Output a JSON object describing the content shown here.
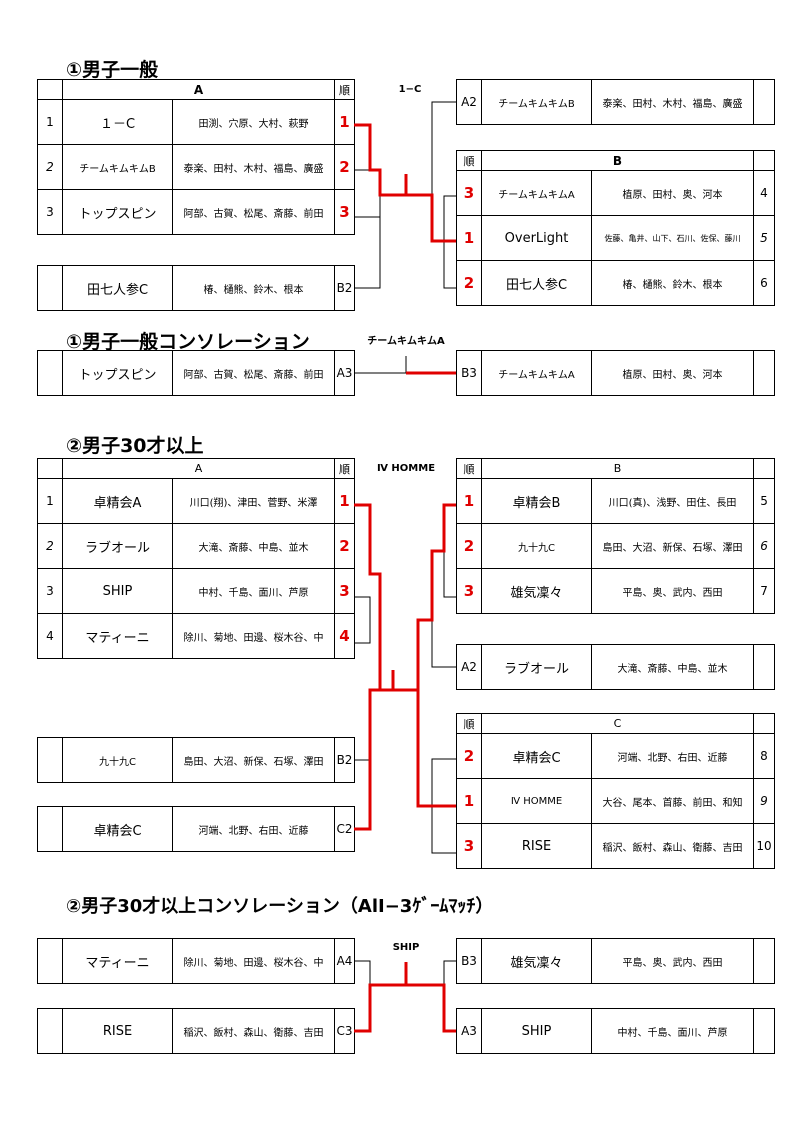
{
  "s1": {
    "title": "①男子一般",
    "winner": "1−C",
    "A": {
      "header": "A",
      "rank_header": "順",
      "rows": [
        {
          "no": "1",
          "team": "１－C",
          "members": "田渕、穴原、大村、萩野",
          "rank": "1"
        },
        {
          "no": "2",
          "team": "チームキムキムB",
          "members": "泰楽、田村、木村、福島、廣盛",
          "rank": "2"
        },
        {
          "no": "3",
          "team": "トップスピン",
          "members": "阿部、古賀、松尾、斎藤、前田",
          "rank": "3"
        }
      ]
    },
    "A2": {
      "team": "チームキムキムB",
      "members": "泰楽、田村、木村、福島、廣盛",
      "code": "A2"
    },
    "B": {
      "header": "B",
      "rank_header": "順",
      "rows": [
        {
          "rank": "3",
          "team": "チームキムキムA",
          "members": "植原、田村、奥、河本",
          "no": "4"
        },
        {
          "rank": "1",
          "team": "OverLight",
          "members": "佐藤、亀井、山下、石川、佐保、藤川",
          "no": "5"
        },
        {
          "rank": "2",
          "team": "田七人参C",
          "members": "椿、樋熊、鈴木、根本",
          "no": "6"
        }
      ]
    },
    "B2": {
      "team": "田七人参C",
      "members": "椿、樋熊、鈴木、根本",
      "code": "B2"
    }
  },
  "s1c": {
    "title": "①男子一般コンソレーション",
    "winner": "チームキムキムA",
    "left": {
      "team": "トップスピン",
      "members": "阿部、古賀、松尾、斎藤、前田",
      "code": "A3"
    },
    "right": {
      "code": "B3",
      "team": "チームキムキムA",
      "members": "植原、田村、奥、河本"
    }
  },
  "s2": {
    "title": "②男子30才以上",
    "winner": "Ⅳ HOMME",
    "A": {
      "header": "A",
      "rank_header": "順",
      "rows": [
        {
          "no": "1",
          "team": "卓精会A",
          "members": "川口(翔)、津田、菅野、米澤",
          "rank": "1"
        },
        {
          "no": "2",
          "team": "ラブオール",
          "members": "大滝、斎藤、中島、並木",
          "rank": "2"
        },
        {
          "no": "3",
          "team": "SHIP",
          "members": "中村、千島、面川、芦原",
          "rank": "3"
        },
        {
          "no": "4",
          "team": "マティーニ",
          "members": "除川、菊地、田邊、桜木谷、中",
          "rank": "4"
        }
      ]
    },
    "B": {
      "header": "B",
      "rank_header": "順",
      "rows": [
        {
          "rank": "1",
          "team": "卓精会B",
          "members": "川口(真)、浅野、田住、長田",
          "no": "5"
        },
        {
          "rank": "2",
          "team": "九十九C",
          "members": "島田、大沼、新保、石塚、澤田",
          "no": "6"
        },
        {
          "rank": "3",
          "team": "雄気凜々",
          "members": "平島、奥、武内、西田",
          "no": "7"
        }
      ]
    },
    "A2": {
      "code": "A2",
      "team": "ラブオール",
      "members": "大滝、斎藤、中島、並木"
    },
    "C": {
      "header": "C",
      "rank_header": "順",
      "rows": [
        {
          "rank": "2",
          "team": "卓精会C",
          "members": "河端、北野、右田、近藤",
          "no": "8"
        },
        {
          "rank": "1",
          "team": "Ⅳ HOMME",
          "members": "大谷、尾本、首藤、前田、和知",
          "no": "9"
        },
        {
          "rank": "3",
          "team": "RISE",
          "members": "稲沢、飯村、森山、衛藤、吉田",
          "no": "10"
        }
      ]
    },
    "B2": {
      "team": "九十九C",
      "members": "島田、大沼、新保、石塚、澤田",
      "code": "B2"
    },
    "C2": {
      "team": "卓精会C",
      "members": "河端、北野、右田、近藤",
      "code": "C2"
    }
  },
  "s2c": {
    "title": "②男子30才以上コンソレーション（AlI−3ｹﾞｰﾑﾏｯﾁ）",
    "winner": "SHIP",
    "A4": {
      "team": "マティーニ",
      "members": "除川、菊地、田邊、桜木谷、中",
      "code": "A4"
    },
    "C3": {
      "team": "RISE",
      "members": "稲沢、飯村、森山、衛藤、吉田",
      "code": "C3"
    },
    "B3": {
      "code": "B3",
      "team": "雄気凜々",
      "members": "平島、奥、武内、西田"
    },
    "A3": {
      "code": "A3",
      "team": "SHIP",
      "members": "中村、千島、面川、芦原"
    }
  },
  "colors": {
    "highlight": "#e00000",
    "line": "#000000"
  }
}
